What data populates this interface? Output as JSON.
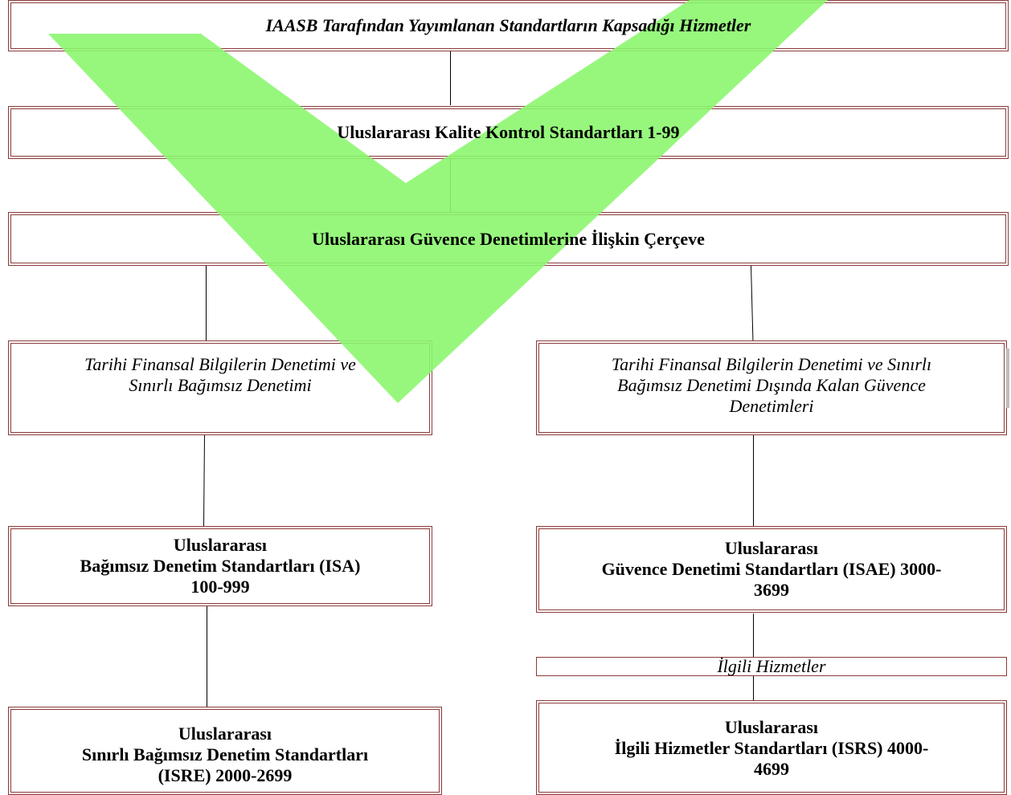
{
  "watermark": {
    "color": "#8cf66f",
    "opacity": 0.9
  },
  "boxes": {
    "top_services": "IAASB Tarafından Yayımlanan Standartların Kapsadığı Hizmetler",
    "quality_control": "Uluslararası Kalite Kontrol Standartları 1-99",
    "assurance_framework": "Uluslararası Güvence Denetimlerine İlişkin Çerçeve",
    "historical_audit": "Tarihi Finansal Bilgilerin Denetimi ve\nSınırlı Bağımsız Denetimi",
    "other_assurance": "Tarihi Finansal Bilgilerin Denetimi ve Sınırlı\nBağımsız Denetimi Dışında Kalan Güvence\nDenetimleri",
    "isa": "Uluslararası\nBağımsız Denetim Standartları (ISA)\n100-999",
    "isae": "Uluslararası\nGüvence Denetimi Standartları (ISAE) 3000-\n3699",
    "related_services": "İlgili Hizmetler",
    "isre": "Uluslararası\nSınırlı Bağımsız Denetim Standartları\n(ISRE) 2000-2699",
    "isrs": "Uluslararası\nİlgili Hizmetler Standartları (ISRS) 4000-\n4699"
  },
  "colors": {
    "border": "#8b3a3a",
    "connector": "#000000"
  }
}
